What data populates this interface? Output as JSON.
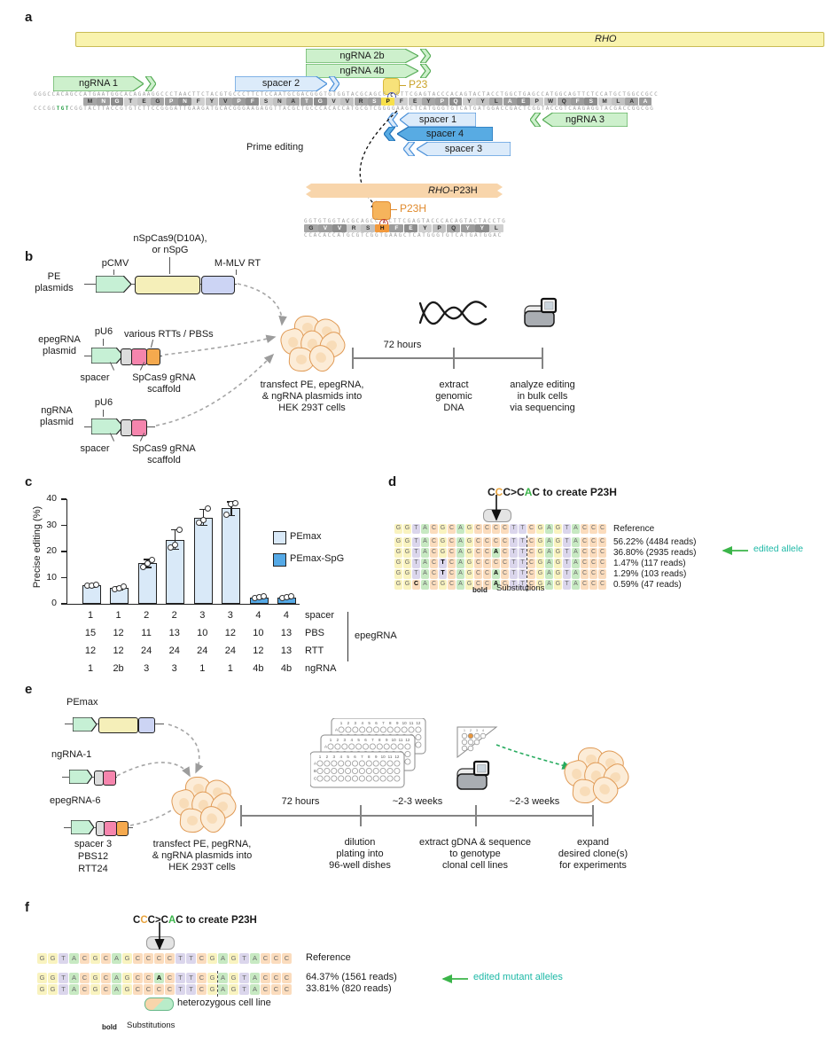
{
  "figure": {
    "panel_labels": {
      "a": "a",
      "b": "b",
      "c": "c",
      "d": "d",
      "e": "e",
      "f": "f"
    }
  },
  "colors": {
    "base_A": "#c7e9c2",
    "base_C": "#fbdcbd",
    "base_G": "#f9f3bf",
    "base_T": "#dbd6ec",
    "teal_text": "#1db8a6",
    "green_arrow": "#3bb54a",
    "aa_highlight_yellow": "#f7e04b",
    "aa_highlight_orange": "#f2993c",
    "title_orange": "#e8a33d",
    "title_green": "#3bb54a"
  },
  "panel_a": {
    "gene": "RHO",
    "mut_gene_italic": "RHO",
    "mut_gene_suffix": "-P23H",
    "ngrna1": "ngRNA 1",
    "ngrna2b": "ngRNA 2b",
    "ngrna4b": "ngRNA 4b",
    "ngrna3": "ngRNA 3",
    "spacer1": "spacer 1",
    "spacer2": "spacer 2",
    "spacer3": "spacer 3",
    "spacer4": "spacer 4",
    "p23": "P23",
    "p23h": "P23H",
    "prime_editing": "Prime editing",
    "wt": {
      "top_pre": "GGGCCACAGCCATGAATGGCACAGAAGGCCCTAACTTCTACGTGCCCTTCTCCAATGCGACGGGTGTGGTACGCAGCC",
      "top_circled": "C",
      "top_post": "CTTCGAGTACCCACAGTACTACCTGGCTGAGCCATGGCAGTTCTCCATGCTGGCCGCC",
      "aa": "MNGTEGPNFYVPFSNATGVVRSPFEYPQYYLAEPWQFSMLAA",
      "aa_highlight_index": 22,
      "bottom_pre": "CCCGG",
      "bottom_green": "TGT",
      "bottom_post": "CGGTACTTACCGTGTCTTCCGGGATTGAAGATGCACGGGAAGAGGTTACGCTGCCCACACCATGCGTCGGGGAAGCTCATGGGTGTCATGATGGACCGACTCGGTACCGTCAAGAGGTACGACCGGCGG"
    },
    "mut": {
      "top_pre": "GGTGTGGTACGCAGCC",
      "top_circled": "A",
      "top_post": "CTTCGAGTACCCACAGTACTACCTG",
      "aa": "GVVRSHFEYPQYYL",
      "aa_highlight_index": 5,
      "bottom": "CCACACCATGCGTCGGTGAAGCTCATGGGTGTCATGATGGAC"
    }
  },
  "panel_b": {
    "pe_plasmids_label": [
      "PE",
      "plasmids"
    ],
    "pcmv": "pCMV",
    "cas9_label": [
      "nSpCas9(D10A),",
      "or nSpG"
    ],
    "mmlv": "M-MLV RT",
    "epeg_label": [
      "epegRNA",
      "plasmid"
    ],
    "ngrna_label": [
      "ngRNA",
      "plasmid"
    ],
    "pu6": "pU6",
    "rtts_label": "various RTTs / PBSs",
    "spacer_label": "spacer",
    "scaffold_label": [
      "SpCas9 gRNA",
      "scaffold"
    ],
    "transfect_caption": [
      "transfect PE, epegRNA,",
      "& ngRNA plasmids into",
      "HEK 293T cells"
    ],
    "duration": "72 hours",
    "step_extract": [
      "extract",
      "genomic",
      "DNA"
    ],
    "step_analyze": [
      "analyze editing",
      "in bulk cells",
      "via sequencing"
    ]
  },
  "chart_data": {
    "type": "bar",
    "ylabel": "Precise editing (%)",
    "ylim": [
      0,
      40
    ],
    "yticks": [
      0,
      10,
      20,
      30,
      40
    ],
    "legend": [
      "PEmax",
      "PEmax-SpG"
    ],
    "colors": {
      "PEmax": "#d9e9f8",
      "PEmax-SpG": "#55a9e6"
    },
    "x_rows": [
      "spacer",
      "PBS",
      "RTT",
      "ngRNA"
    ],
    "bracket_label": "epegRNA",
    "bars": [
      {
        "series": "PEmax",
        "value": 7.0,
        "err": [
          6.5,
          7.6
        ],
        "points": [
          6.8,
          7.1,
          7.4
        ],
        "spacer": "1",
        "PBS": "15",
        "RTT": "12",
        "ngRNA": "1"
      },
      {
        "series": "PEmax",
        "value": 6.0,
        "err": [
          5.3,
          6.7
        ],
        "points": [
          5.5,
          6.1,
          6.6
        ],
        "spacer": "1",
        "PBS": "12",
        "RTT": "12",
        "ngRNA": "2b"
      },
      {
        "series": "PEmax",
        "value": 15.5,
        "err": [
          13.9,
          17.0
        ],
        "points": [
          14.1,
          15.4,
          16.9
        ],
        "spacer": "2",
        "PBS": "11",
        "RTT": "24",
        "ngRNA": "3"
      },
      {
        "series": "PEmax",
        "value": 24.5,
        "err": [
          20.8,
          28.3
        ],
        "points": [
          21.5,
          22.6,
          28.4
        ],
        "spacer": "2",
        "PBS": "13",
        "RTT": "24",
        "ngRNA": "3"
      },
      {
        "series": "PEmax",
        "value": 33.0,
        "err": [
          30.0,
          36.2
        ],
        "points": [
          31.0,
          31.9,
          36.6
        ],
        "spacer": "3",
        "PBS": "10",
        "RTT": "24",
        "ngRNA": "1"
      },
      {
        "series": "PEmax",
        "value": 36.5,
        "err": [
          33.8,
          39.0
        ],
        "points": [
          34.0,
          38.0,
          38.4
        ],
        "spacer": "3",
        "PBS": "12",
        "RTT": "24",
        "ngRNA": "1"
      },
      {
        "series": "PEmax-SpG",
        "value": 2.4,
        "err": [
          1.9,
          2.9
        ],
        "points": [
          2.1,
          2.5,
          2.9
        ],
        "spacer": "4",
        "PBS": "10",
        "RTT": "12",
        "ngRNA": "4b"
      },
      {
        "series": "PEmax-SpG",
        "value": 2.5,
        "err": [
          2.0,
          3.0
        ],
        "points": [
          2.1,
          2.6,
          3.0
        ],
        "spacer": "4",
        "PBS": "13",
        "RTT": "13",
        "ngRNA": "4b"
      }
    ]
  },
  "panel_d": {
    "title": "CCC>CAC to create P23H",
    "title_colors": {
      "1": "#e8a33d",
      "5": "#3bb54a"
    },
    "reference_seq": "GGTACGCAGCCCCTTCGAGTACCC",
    "reference_label": "Reference",
    "cut_after": 15,
    "rows": [
      {
        "seq": "GGTACGCAGCCCCTTCGAGTACCC",
        "bold": [],
        "label": "56.22% (4484 reads)"
      },
      {
        "seq": "GGTACGCAGCCACTTCGAGTACCC",
        "bold": [
          11
        ],
        "label": "36.80% (2935 reads)"
      },
      {
        "seq": "GGTACTCAGCCCCTTCGAGTACCC",
        "bold": [
          5
        ],
        "label": "1.47% (117 reads)"
      },
      {
        "seq": "GGTACTCAGCCACTTCGAGTACCC",
        "bold": [
          5,
          11
        ],
        "label": "1.29% (103 reads)"
      },
      {
        "seq": "GGCACGCAGCCACTTCGAGTACCC",
        "bold": [
          2,
          11
        ],
        "label": "0.59% (47 reads)"
      }
    ],
    "annotation": "edited allele",
    "legend_bold": "bold",
    "legend_text": "Substitutions"
  },
  "panel_e": {
    "pemax": "PEmax",
    "ngrna1": "ngRNA-1",
    "epegrna6": "epegRNA-6",
    "epeg_details": [
      "spacer 3",
      "PBS12",
      "RTT24"
    ],
    "transfect_caption": [
      "transfect PE, pegRNA,",
      "& ngRNA plasmids into",
      "HEK 293T cells"
    ],
    "durations": [
      "72 hours",
      "~2-3 weeks",
      "~2-3 weeks"
    ],
    "step_dilution": [
      "dilution",
      "plating into",
      "96-well dishes"
    ],
    "step_extract": [
      "extract gDNA & sequence",
      "to genotype",
      "clonal cell lines"
    ],
    "step_expand": [
      "expand",
      "desired clone(s)",
      "for experiments"
    ],
    "plate_cols": [
      "1",
      "2",
      "3",
      "4",
      "5",
      "6",
      "7",
      "8",
      "9",
      "10",
      "11",
      "12"
    ],
    "plate_rows": [
      "A",
      "B",
      "C"
    ]
  },
  "panel_f": {
    "title": "CCC>CAC to create P23H",
    "title_colors": {
      "1": "#e8a33d",
      "5": "#3bb54a"
    },
    "reference_seq": "GGTACGCAGCCCCTTCGAGTACCC",
    "reference_label": "Reference",
    "cut_after": 17,
    "rows": [
      {
        "seq": "GGTACGCAGCCACTTCGAGTACCC",
        "bold": [
          11
        ],
        "label": "64.37% (1561 reads)"
      },
      {
        "seq": "GGTACGCAGCCCCTTCGAGTACCC",
        "bold": [],
        "label": "33.81% (820 reads)"
      }
    ],
    "annotation": "edited mutant alleles",
    "het_label": "heterozygous cell line",
    "legend_bold": "bold",
    "legend_text": "Substitutions"
  }
}
